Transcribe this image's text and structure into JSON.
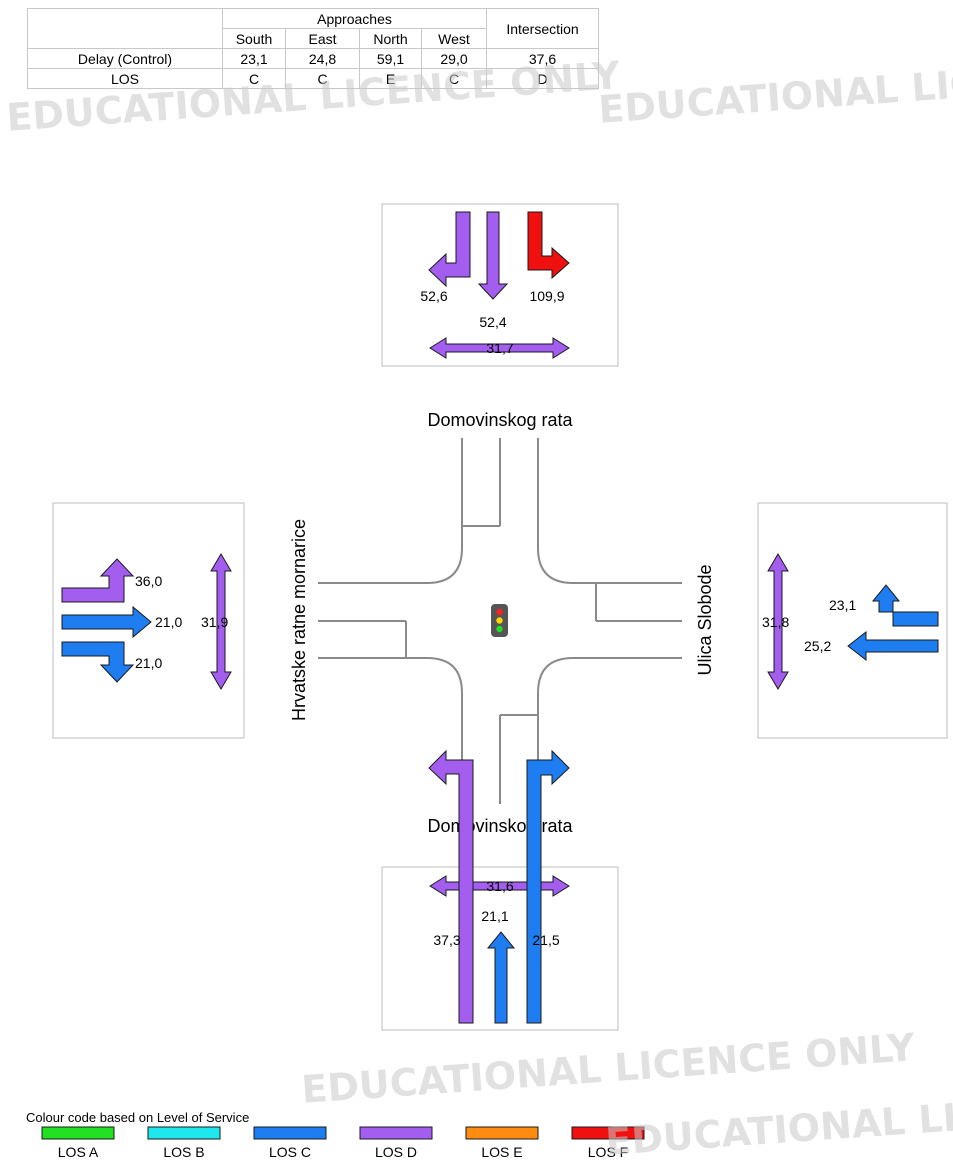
{
  "summary_table": {
    "group_header": "Approaches",
    "intersection_header": "Intersection",
    "approach_headers": [
      "South",
      "East",
      "North",
      "West"
    ],
    "rows": [
      {
        "label": "Delay (Control)",
        "values": [
          "23,1",
          "24,8",
          "59,1",
          "29,0"
        ],
        "intersection": "37,6"
      },
      {
        "label": "LOS",
        "values": [
          "C",
          "C",
          "E",
          "C"
        ],
        "intersection": "D"
      }
    ]
  },
  "street_names": {
    "north": "Domovinskog rata",
    "south": "Domovinskog rata",
    "west": "Hrvatske ratne mornarice",
    "east": "Ulica Slobode"
  },
  "los_colors": {
    "LOS A": "#22e022",
    "LOS B": "#1ee8ee",
    "LOS C": "#1e7df0",
    "LOS D": "#a35ef0",
    "LOS E": "#ff8c10",
    "LOS F": "#f01010"
  },
  "movements": {
    "north": {
      "left": {
        "delay": "52,6",
        "los": "LOS D"
      },
      "through": {
        "delay": "52,4",
        "los": "LOS D"
      },
      "right": {
        "delay": "109,9",
        "los": "LOS F"
      },
      "pedestrian": {
        "delay": "31,7",
        "los": "LOS D"
      }
    },
    "south": {
      "left": {
        "delay": "37,3",
        "los": "LOS D"
      },
      "through": {
        "delay": "21,1",
        "los": "LOS C"
      },
      "right": {
        "delay": "21,5",
        "los": "LOS C"
      },
      "pedestrian": {
        "delay": "31,6",
        "los": "LOS D"
      }
    },
    "west": {
      "left": {
        "delay": "36,0",
        "los": "LOS D"
      },
      "through": {
        "delay": "21,0",
        "los": "LOS C"
      },
      "right": {
        "delay": "21,0",
        "los": "LOS C"
      },
      "pedestrian": {
        "delay": "31,9",
        "los": "LOS D"
      }
    },
    "east": {
      "left": {
        "delay": "23,1",
        "los": "LOS C"
      },
      "through": {
        "delay": "25,2",
        "los": "LOS C"
      },
      "pedestrian": {
        "delay": "31,8",
        "los": "LOS D"
      }
    }
  },
  "legend": {
    "title": "Colour code based on Level of Service",
    "items": [
      "LOS A",
      "LOS B",
      "LOS C",
      "LOS D",
      "LOS E",
      "LOS F"
    ]
  },
  "watermark": "EDUCATIONAL LICENCE ONLY",
  "icons": {
    "signal": "traffic-signal-icon"
  }
}
